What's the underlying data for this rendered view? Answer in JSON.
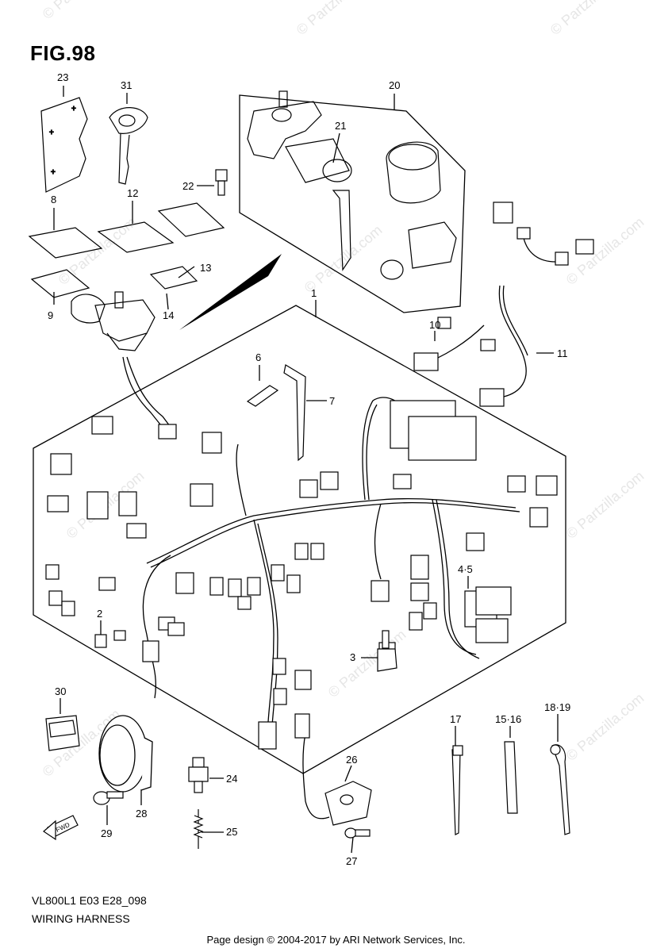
{
  "figure": {
    "title": "FIG.98",
    "model_code": "VL800L1 E03 E28_098",
    "caption": "WIRING HARNESS",
    "footer": "Page design © 2004-2017 by ARI Network Services, Inc.",
    "watermark": "© Partzilla.com",
    "fwd_label": "FWD"
  },
  "callouts": [
    "1",
    "2",
    "3",
    "4·5",
    "6",
    "7",
    "8",
    "9",
    "10",
    "11",
    "12",
    "13",
    "14",
    "15·16",
    "17",
    "18·19",
    "20",
    "21",
    "22",
    "23",
    "24",
    "25",
    "26",
    "27",
    "28",
    "29",
    "30",
    "31"
  ],
  "colors": {
    "line": "#000000",
    "watermark": "#e6e6e6",
    "background": "#ffffff"
  }
}
